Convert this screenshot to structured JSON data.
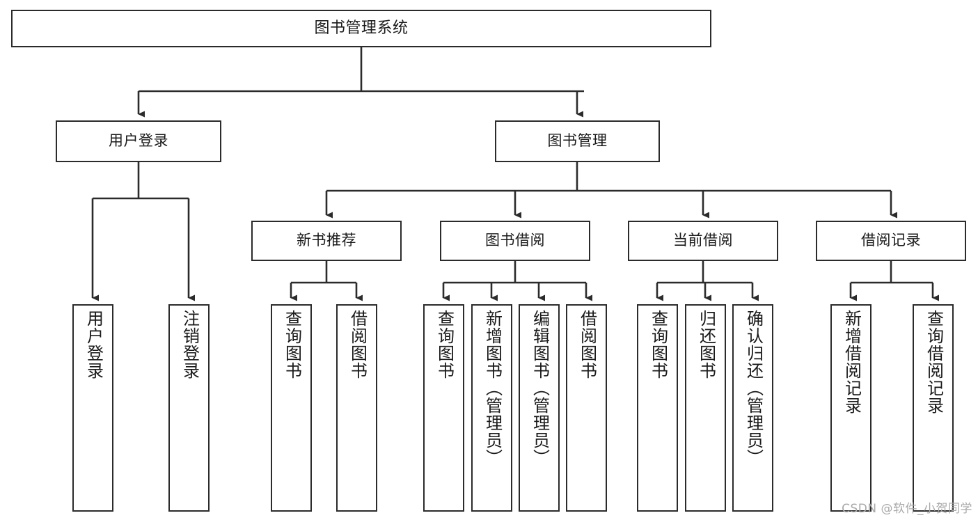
{
  "diagram": {
    "title": "图书管理系统",
    "type": "tree-hierarchy-diagram",
    "watermark": "CSDN @软件_小贺同学",
    "colors": {
      "box_border": "#2b2b2b",
      "box_fill": "#ffffff",
      "connector": "#2b2b2b",
      "text": "#1a1a1a",
      "watermark": "#a9a9a9",
      "background": "#ffffff"
    },
    "levels": {
      "root": {
        "label": "图书管理系统"
      },
      "level2": [
        {
          "id": "user-login",
          "label": "用户登录"
        },
        {
          "id": "book-management",
          "label": "图书管理"
        }
      ],
      "level3": [
        {
          "id": "new-book-recommend",
          "label": "新书推荐",
          "parent": "book-management"
        },
        {
          "id": "book-borrow",
          "label": "图书借阅",
          "parent": "book-management"
        },
        {
          "id": "current-borrow",
          "label": "当前借阅",
          "parent": "book-management"
        },
        {
          "id": "borrow-record",
          "label": "借阅记录",
          "parent": "book-management"
        }
      ],
      "leaves": [
        {
          "id": "leaf-user-login",
          "label": "用户登录",
          "parent": "user-login"
        },
        {
          "id": "leaf-logout-login",
          "label": "注销登录",
          "parent": "user-login"
        },
        {
          "id": "leaf-query-book-1",
          "label": "查询图书",
          "parent": "new-book-recommend"
        },
        {
          "id": "leaf-borrow-book-1",
          "label": "借阅图书",
          "parent": "new-book-recommend"
        },
        {
          "id": "leaf-query-book-2",
          "label": "查询图书",
          "parent": "book-borrow"
        },
        {
          "id": "leaf-add-book",
          "label": "新增图书（管理员）",
          "parent": "book-borrow"
        },
        {
          "id": "leaf-edit-book",
          "label": "编辑图书（管理员）",
          "parent": "book-borrow"
        },
        {
          "id": "leaf-borrow-book-2",
          "label": "借阅图书",
          "parent": "book-borrow"
        },
        {
          "id": "leaf-query-book-3",
          "label": "查询图书",
          "parent": "current-borrow"
        },
        {
          "id": "leaf-return-book",
          "label": "归还图书",
          "parent": "current-borrow"
        },
        {
          "id": "leaf-confirm-return",
          "label": "确认归还（管理员）",
          "parent": "current-borrow"
        },
        {
          "id": "leaf-add-record",
          "label": "新增借阅记录",
          "parent": "borrow-record"
        },
        {
          "id": "leaf-query-record",
          "label": "查询借阅记录",
          "parent": "borrow-record"
        }
      ]
    }
  }
}
